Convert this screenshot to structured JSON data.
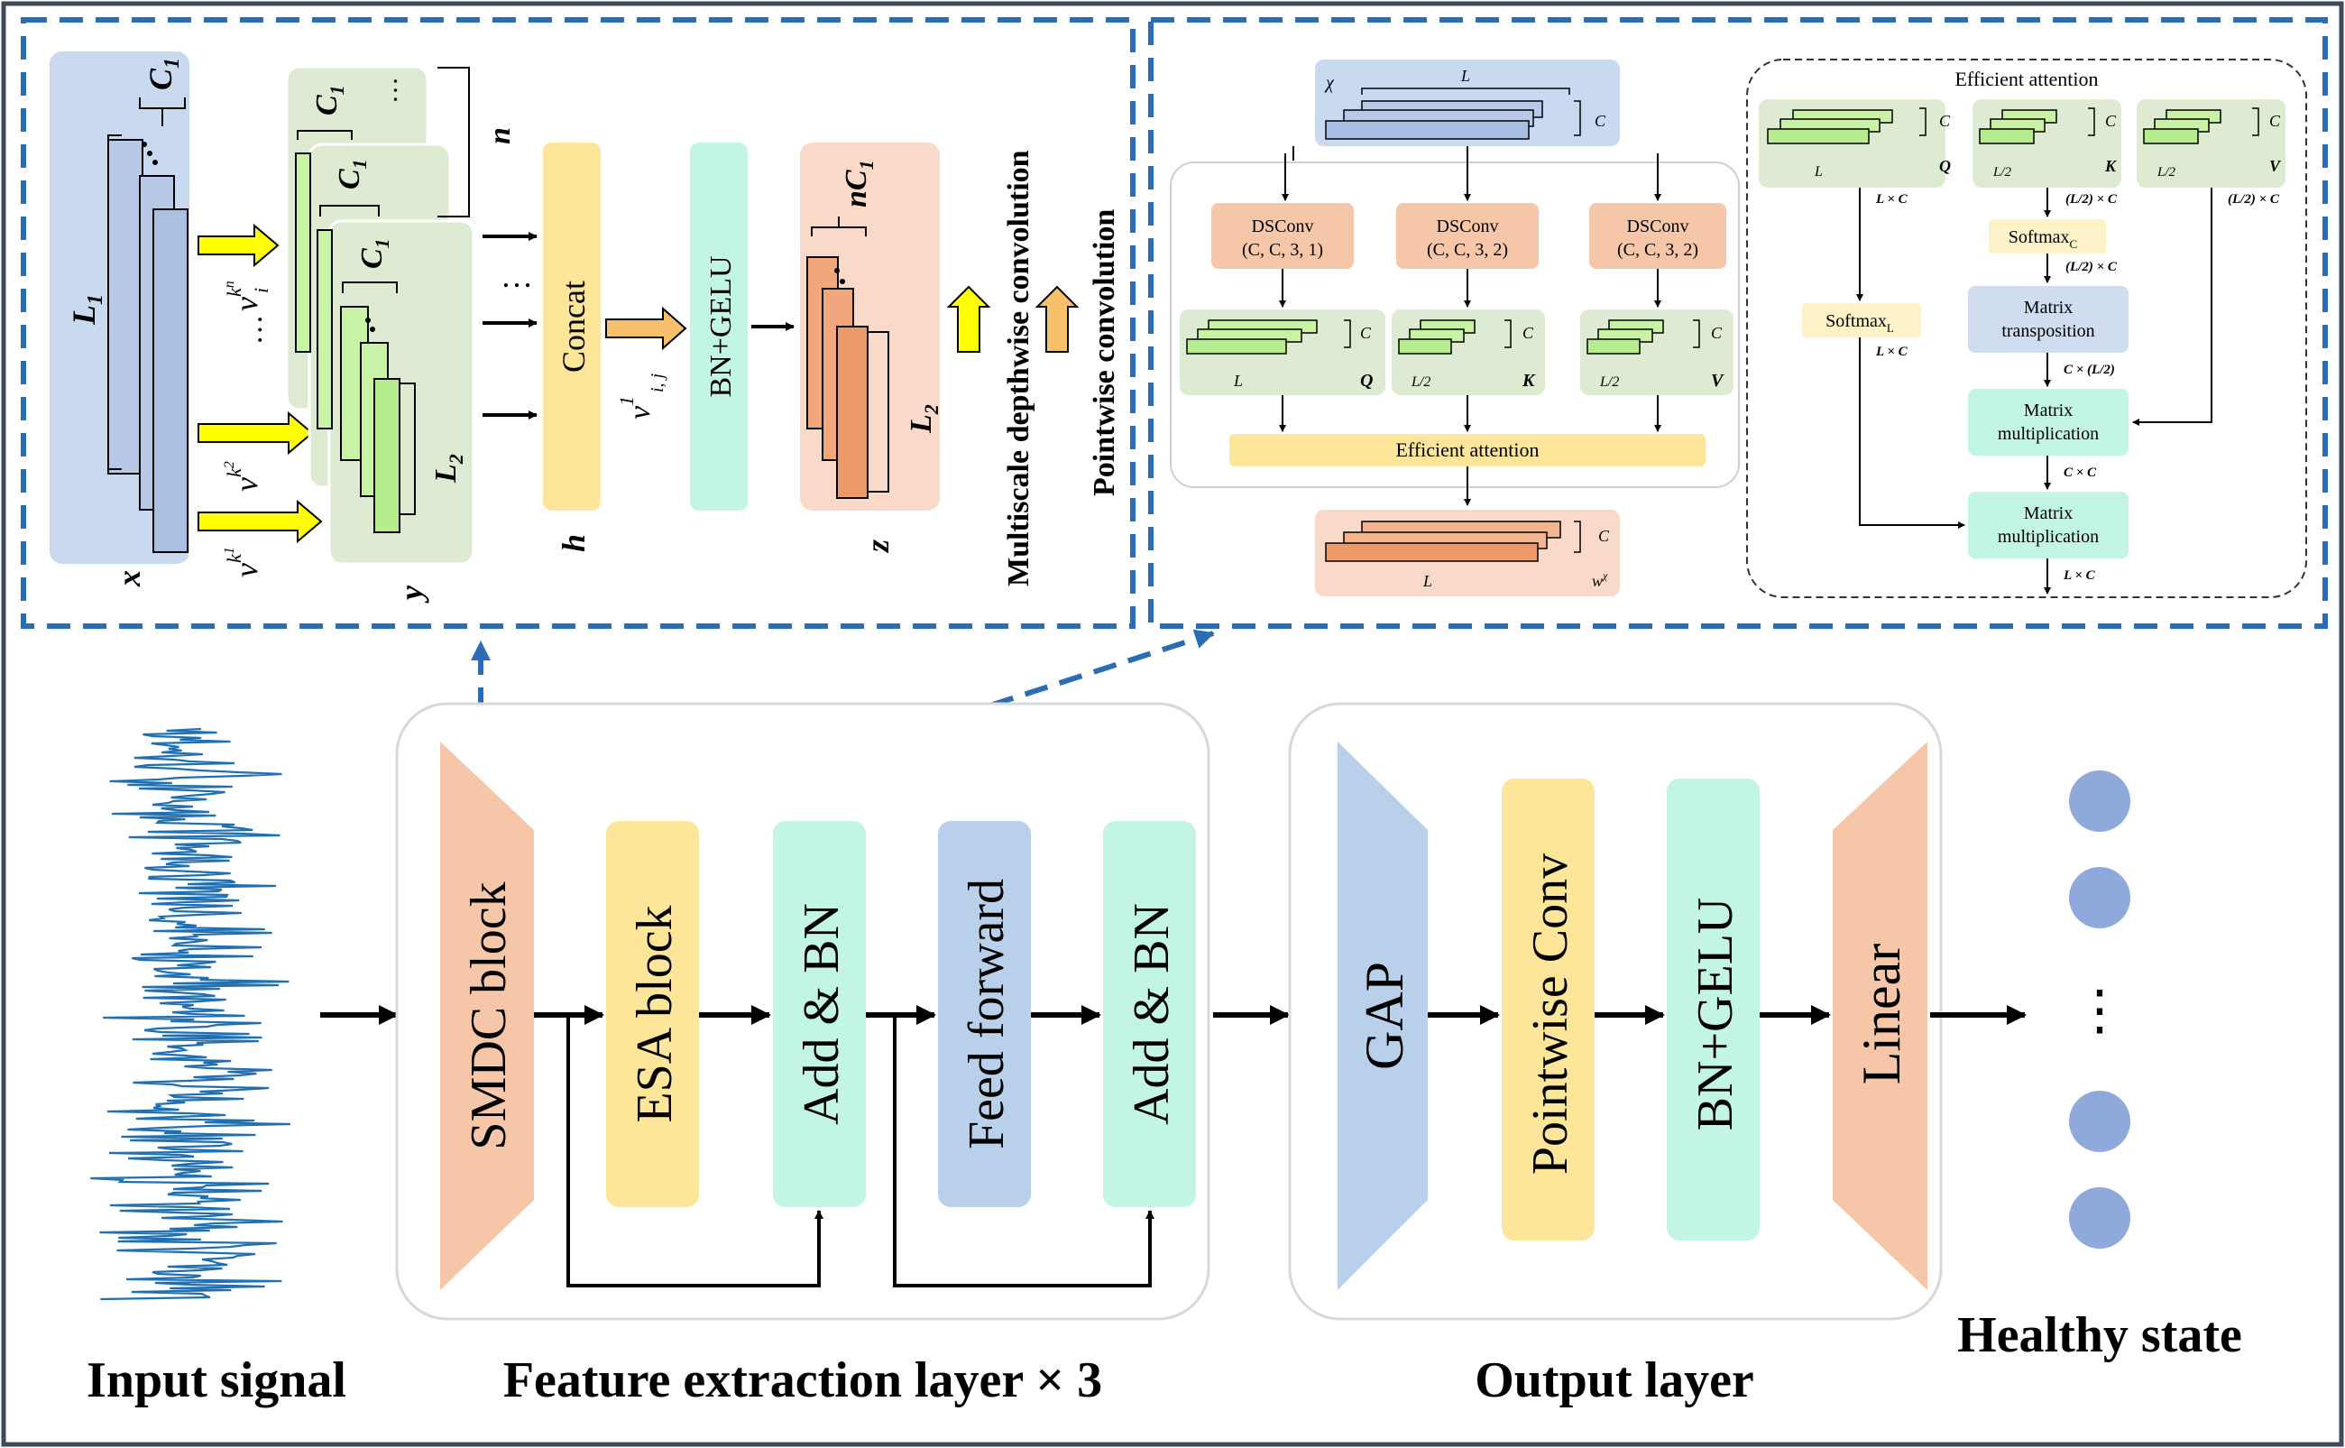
{
  "top_left": {
    "x_label": "x",
    "L1": "L",
    "L1_sub": "1",
    "C1": "C",
    "C1_sub": "1",
    "dots": "…",
    "v_kn": "v",
    "v_sup_kn": "k",
    "v_sup_kn2": "n",
    "v_sub_i": "i",
    "v_k2": "v",
    "v_sup_k2": "k",
    "v_sup_k2b": "2",
    "v_k1": "v",
    "v_sup_k1": "k",
    "v_sup_k1b": "1",
    "y_label": "y",
    "n_label": "n",
    "L2": "L",
    "L2_sub": "2",
    "concat": "Concat",
    "h_label": "h",
    "v_ij": "v",
    "v_ij_sup": "1",
    "v_ij_sub": "i, j",
    "bngelu": "BN+GELU",
    "nC1": "nC",
    "nC1_sub": "1",
    "z_label": "z",
    "legend_yellow": "Multiscale depthwise convolution",
    "legend_orange": "Pointwise convolution"
  },
  "top_right": {
    "chi": "χ",
    "L": "L",
    "C": "C",
    "dsconv1": [
      "DSConv",
      "(C, C, 3, 1)"
    ],
    "dsconv2": [
      "DSConv",
      "(C, C, 3, 2)"
    ],
    "dsconv3": [
      "DSConv",
      "(C, C, 3, 2)"
    ],
    "Q": "Q",
    "K": "K",
    "V": "V",
    "L2": "L/2",
    "efficient_attention": "Efficient attention",
    "w_label": "w",
    "w_sup": "χ",
    "ea_title": "Efficient attention",
    "lxc": "L × C",
    "l2xc": "(L/2) × C",
    "softmax_c": "Softmax",
    "softmax_c_sub": "C",
    "softmax_l": "Softmax",
    "softmax_l_sub": "L",
    "matrix_transposition": [
      "Matrix",
      "transposition"
    ],
    "cxl2": "C × (L/2)",
    "matrix_mult": [
      "Matrix",
      "multiplication"
    ],
    "cxc": "C × C"
  },
  "bottom": {
    "input_signal": "Input signal",
    "smdc": "SMDC block",
    "esa": "ESA block",
    "addbn": "Add & BN",
    "feedforward": "Feed forward",
    "feature_label": "Feature extraction layer × 3",
    "gap": "GAP",
    "pointwise": "Pointwise Conv",
    "bngelu": "BN+GELU",
    "linear": "Linear",
    "output_label": "Output layer",
    "dots": "⋮",
    "healthy": "Healthy state"
  },
  "colors": {
    "dash_blue": "#2a6db5",
    "blue_panel": "#c9d9ef",
    "green_panel": "#deebd3",
    "orange_panel": "#f9d9c8",
    "concat_yellow": "#fde59a",
    "teal": "#c2f5e6",
    "smdc_orange": "#f5c6a8",
    "ff_blue": "#b8d0ea",
    "circle": "#90a9dc",
    "signal": "#1f6fb2",
    "arrow_yellow": "#ffff00",
    "arrow_orange": "#f7c06a"
  }
}
